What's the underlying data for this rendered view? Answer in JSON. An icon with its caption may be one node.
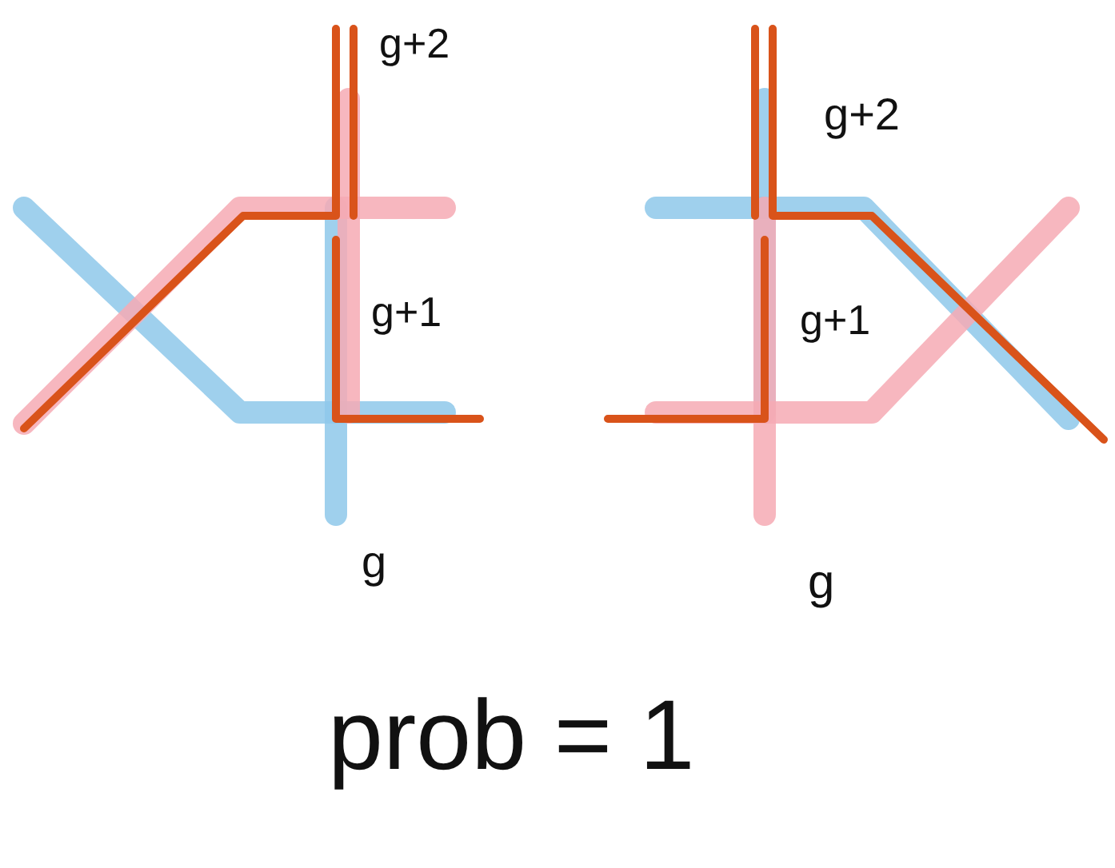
{
  "diagram": {
    "labels": [
      "g+2",
      "g+1",
      "g",
      "g+2",
      "g+1",
      "g",
      "prob = 1"
    ]
  }
}
